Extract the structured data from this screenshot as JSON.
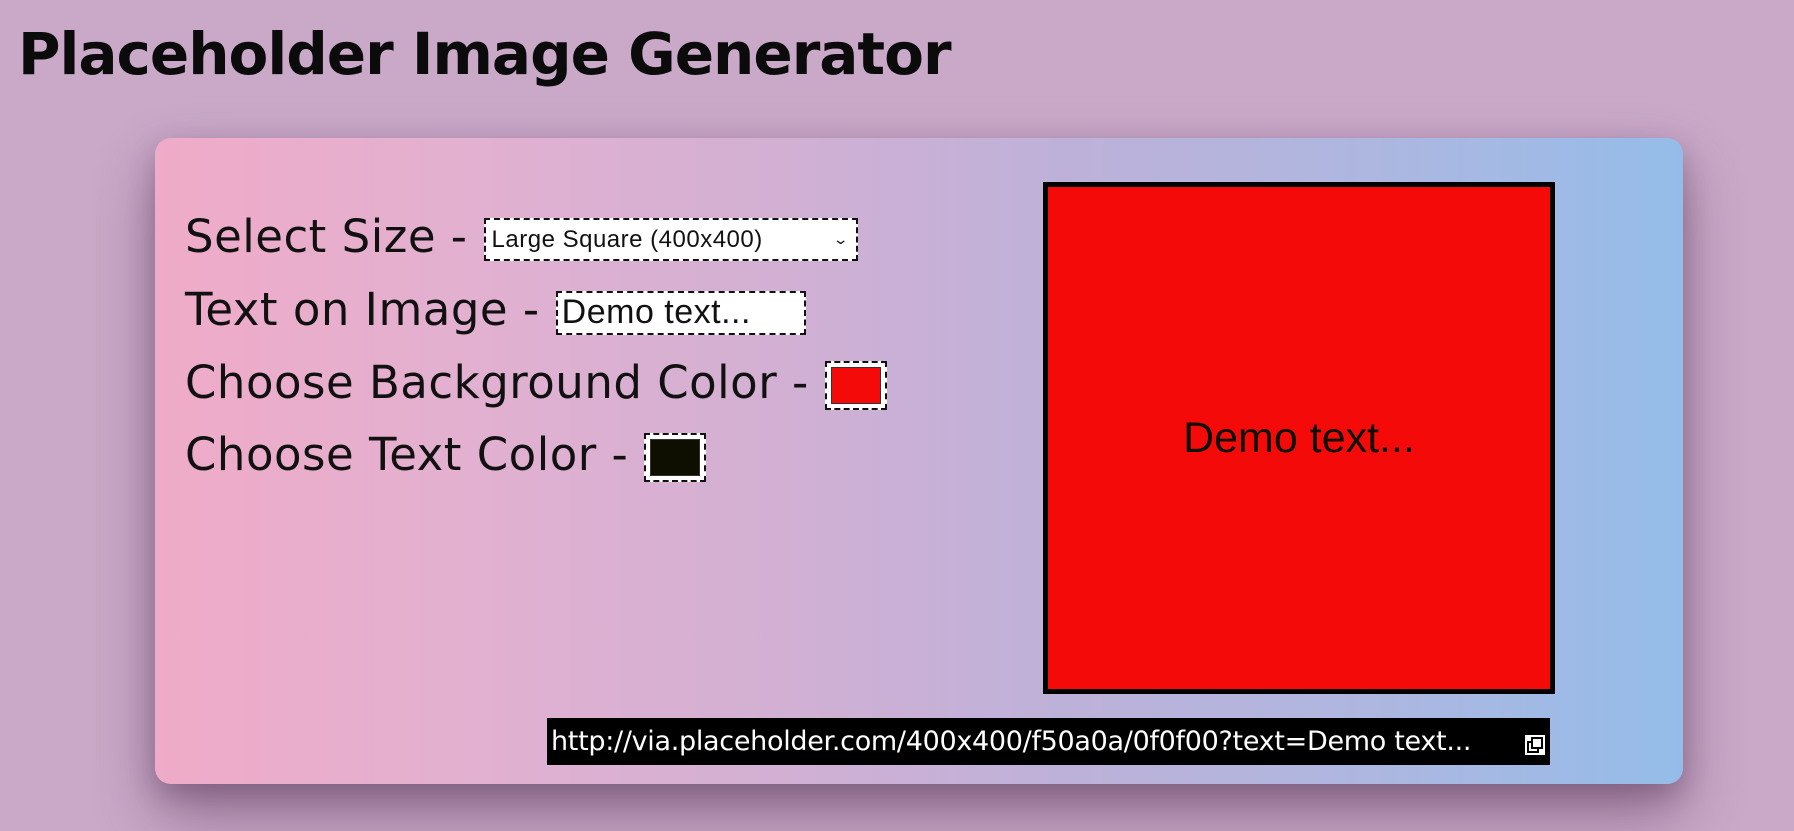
{
  "page": {
    "title": "Placeholder Image Generator"
  },
  "form": {
    "size_label": "Select Size -",
    "size_value": "Large Square (400x400)",
    "text_label": "Text on Image -",
    "text_value": "Demo text...",
    "bg_label": "Choose Background Color -",
    "bg_color": "#f50a0a",
    "fg_label": "Choose Text Color -",
    "fg_color": "#0f0f00"
  },
  "preview": {
    "text": "Demo text...",
    "background": "#f50a0a",
    "text_color": "#0f0f00"
  },
  "url": {
    "value": "http://via.placeholder.com/400x400/f50a0a/0f0f00?text=Demo text...",
    "copy_icon": "copy-icon"
  }
}
